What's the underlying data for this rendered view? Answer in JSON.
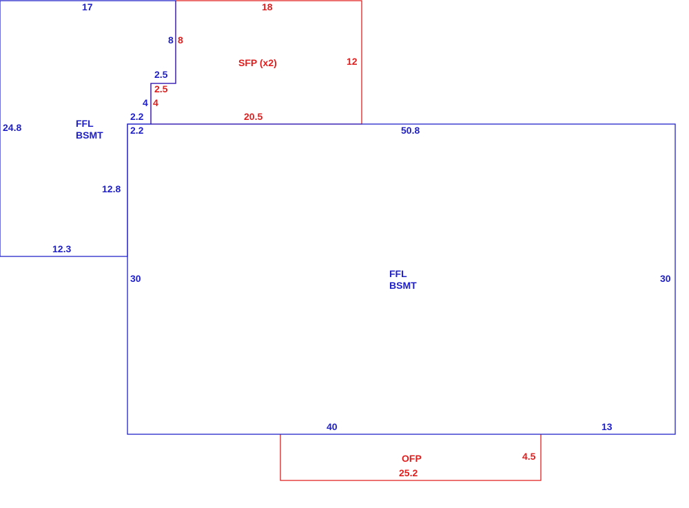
{
  "colors": {
    "living": "#1f1fc8",
    "porch": "#e01e1e"
  },
  "areas": {
    "upper_wing": {
      "label_line1": "FFL",
      "label_line2": "BSMT"
    },
    "main": {
      "label_line1": "FFL",
      "label_line2": "BSMT"
    },
    "screened_porch": {
      "label": "SFP (x2)"
    },
    "open_porch": {
      "label": "OFP"
    }
  },
  "dims": {
    "wing_top": "17",
    "wing_left": "24.8",
    "wing_bottom": "12.3",
    "wing_right_lower": "12.8",
    "wing_right_upper": "8",
    "wing_step_top": "2.5",
    "wing_step_side": "4",
    "wing_step_bottom": "2.2",
    "main_step_top": "2.2",
    "main_top": "50.8",
    "main_left": "30",
    "main_right": "30",
    "main_bottom_left": "40",
    "main_bottom_right": "13",
    "sfp_top": "18",
    "sfp_right": "12",
    "sfp_bottom": "20.5",
    "sfp_left_upper": "8",
    "sfp_step": "2.5",
    "sfp_left_lower": "4",
    "ofp_side": "4.5",
    "ofp_bottom": "25.2"
  }
}
